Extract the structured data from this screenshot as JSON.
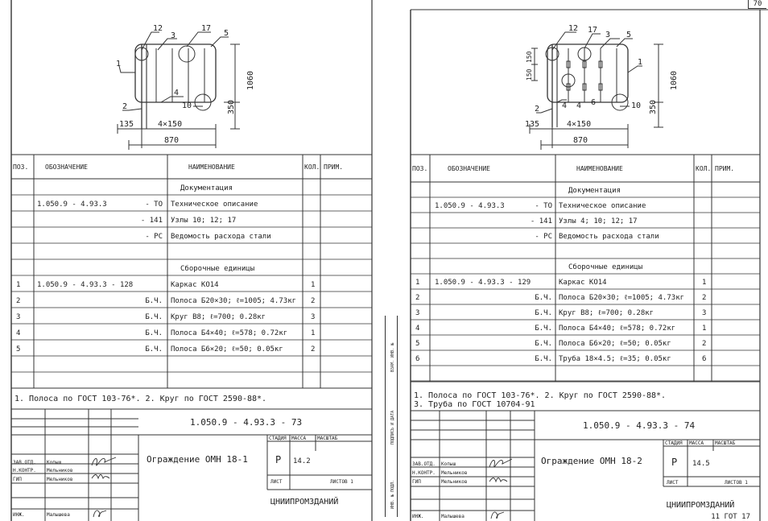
{
  "corner_number": "70",
  "bottom_code": "11 ГОТ 17",
  "sheets": [
    {
      "drawing": {
        "callouts": [
          "12",
          "3",
          "17",
          "5",
          "1",
          "4",
          "2",
          "10"
        ],
        "dim_vertical": [
          "1060",
          "350"
        ],
        "dim_small": [],
        "dim_horizontal": [
          "135",
          "4×150",
          "870"
        ]
      },
      "headers": [
        "ПОЗ.",
        "ОБОЗНАЧЕНИЕ",
        "НАИМЕНОВАНИЕ",
        "КОЛ.",
        "ПРИМ."
      ],
      "rows": [
        {
          "pos": "",
          "code": "",
          "code_sfx": "",
          "name": "Документация",
          "qty": "",
          "note": "",
          "section": true
        },
        {
          "pos": "",
          "code": "1.050.9 - 4.93.3",
          "code_sfx": "- ТО",
          "name": "Техническое описание",
          "qty": "",
          "note": ""
        },
        {
          "pos": "",
          "code": "",
          "code_sfx": "- 141",
          "name": "Узлы 10; 12; 17",
          "qty": "",
          "note": ""
        },
        {
          "pos": "",
          "code": "",
          "code_sfx": "- РС",
          "name": "Ведомость расхода стали",
          "qty": "",
          "note": ""
        },
        {
          "pos": "",
          "code": "",
          "code_sfx": "",
          "name": "",
          "qty": "",
          "note": ""
        },
        {
          "pos": "",
          "code": "",
          "code_sfx": "",
          "name": "Сборочные единицы",
          "qty": "",
          "note": "",
          "section": true
        },
        {
          "pos": "1",
          "code": "1.050.9 - 4.93.3 - 128",
          "code_sfx": "",
          "name": "Каркас КО14",
          "qty": "1",
          "note": ""
        },
        {
          "pos": "2",
          "code": "",
          "code_sfx": "Б.Ч.",
          "name": "Полоса Б20×30; ℓ=1005; 4.73кг",
          "qty": "2",
          "note": ""
        },
        {
          "pos": "3",
          "code": "",
          "code_sfx": "Б.Ч.",
          "name": "Круг В8; ℓ=700; 0.28кг",
          "qty": "3",
          "note": ""
        },
        {
          "pos": "4",
          "code": "",
          "code_sfx": "Б.Ч.",
          "name": "Полоса Б4×40; ℓ=578; 0.72кг",
          "qty": "1",
          "note": ""
        },
        {
          "pos": "5",
          "code": "",
          "code_sfx": "Б.Ч.",
          "name": "Полоса Б6×20; ℓ=50; 0.05кг",
          "qty": "2",
          "note": ""
        },
        {
          "pos": "",
          "code": "",
          "code_sfx": "",
          "name": "",
          "qty": "",
          "note": ""
        },
        {
          "pos": "",
          "code": "",
          "code_sfx": "",
          "name": "",
          "qty": "",
          "note": ""
        }
      ],
      "notes": [
        "1. Полоса по ГОСТ 103-76*. 2. Круг по ГОСТ 2590-88*."
      ],
      "title_block": {
        "designation": "1.050.9 - 4.93.3 - 73",
        "title": "Ограждение ОМН 18-1",
        "labels": {
          "stage": "СТАДИЯ",
          "mass": "МАССА",
          "scale": "МАСШТАБ",
          "sheet": "ЛИСТ",
          "sheets": "ЛИСТОВ 1"
        },
        "stage": "Р",
        "mass": "14.2",
        "org": "ЦНИИПРОМЗДАНИЙ",
        "roles": [
          {
            "role": "ЗАВ.ОТД.",
            "name": "Копыш"
          },
          {
            "role": "Н.КОНТР.",
            "name": "Мельников"
          },
          {
            "role": "ГИП",
            "name": "Мельников"
          },
          {
            "role": "",
            "name": ""
          },
          {
            "role": "ИНЖ.",
            "name": "Малышева"
          }
        ]
      }
    },
    {
      "drawing": {
        "callouts": [
          "12",
          "17",
          "3",
          "5",
          "1",
          "2",
          "4",
          "4",
          "6",
          "10"
        ],
        "dim_vertical": [
          "1060",
          "350"
        ],
        "dim_small": [
          "150",
          "150"
        ],
        "dim_horizontal": [
          "135",
          "4×150",
          "870"
        ]
      },
      "headers": [
        "ПОЗ.",
        "ОБОЗНАЧЕНИЕ",
        "НАИМЕНОВАНИЕ",
        "КОЛ.",
        "ПРИМ."
      ],
      "rows": [
        {
          "pos": "",
          "code": "",
          "code_sfx": "",
          "name": "Документация",
          "qty": "",
          "note": "",
          "section": true
        },
        {
          "pos": "",
          "code": "1.050.9 - 4.93.3",
          "code_sfx": "- ТО",
          "name": "Техническое описание",
          "qty": "",
          "note": ""
        },
        {
          "pos": "",
          "code": "",
          "code_sfx": "- 141",
          "name": "Узлы 4; 10; 12; 17",
          "qty": "",
          "note": ""
        },
        {
          "pos": "",
          "code": "",
          "code_sfx": "- РС",
          "name": "Ведомость расхода стали",
          "qty": "",
          "note": ""
        },
        {
          "pos": "",
          "code": "",
          "code_sfx": "",
          "name": "",
          "qty": "",
          "note": ""
        },
        {
          "pos": "",
          "code": "",
          "code_sfx": "",
          "name": "Сборочные единицы",
          "qty": "",
          "note": "",
          "section": true
        },
        {
          "pos": "1",
          "code": "1.050.9 - 4.93.3 - 129",
          "code_sfx": "",
          "name": "Каркас КО14",
          "qty": "1",
          "note": ""
        },
        {
          "pos": "2",
          "code": "",
          "code_sfx": "Б.Ч.",
          "name": "Полоса Б20×30; ℓ=1005; 4.73кг",
          "qty": "2",
          "note": ""
        },
        {
          "pos": "3",
          "code": "",
          "code_sfx": "Б.Ч.",
          "name": "Круг В8; ℓ=700; 0.28кг",
          "qty": "3",
          "note": ""
        },
        {
          "pos": "4",
          "code": "",
          "code_sfx": "Б.Ч.",
          "name": "Полоса Б4×40; ℓ=578; 0.72кг",
          "qty": "1",
          "note": ""
        },
        {
          "pos": "5",
          "code": "",
          "code_sfx": "Б.Ч.",
          "name": "Полоса Б6×20; ℓ=50; 0.05кг",
          "qty": "2",
          "note": ""
        },
        {
          "pos": "6",
          "code": "",
          "code_sfx": "Б.Ч.",
          "name": "Труба 18×4.5; ℓ=35; 0.05кг",
          "qty": "6",
          "note": ""
        },
        {
          "pos": "",
          "code": "",
          "code_sfx": "",
          "name": "",
          "qty": "",
          "note": ""
        }
      ],
      "notes": [
        "1. Полоса по ГОСТ 103-76*. 2. Круг по ГОСТ 2590-88*.",
        "3. Труба по ГОСТ 10704-91"
      ],
      "title_block": {
        "designation": "1.050.9 - 4.93.3 - 74",
        "title": "Ограждение ОМН 18-2",
        "labels": {
          "stage": "СТАДИЯ",
          "mass": "МАССА",
          "scale": "МАСШТАБ",
          "sheet": "ЛИСТ",
          "sheets": "ЛИСТОВ 1"
        },
        "stage": "Р",
        "mass": "14.5",
        "org": "ЦНИИПРОМЗДАНИЙ",
        "roles": [
          {
            "role": "ЗАВ.ОТД.",
            "name": "Копыш"
          },
          {
            "role": "Н.КОНТР.",
            "name": "Мельников"
          },
          {
            "role": "ГИП",
            "name": "Мельников"
          },
          {
            "role": "",
            "name": ""
          },
          {
            "role": "ИНЖ.",
            "name": "Малышева"
          }
        ]
      }
    }
  ],
  "side_stamp": {
    "labels": [
      "ИНВ. № ПОДЛ.",
      "ПОДПИСЬ И ДАТА",
      "ВЗАМ. ИНВ. №"
    ]
  }
}
